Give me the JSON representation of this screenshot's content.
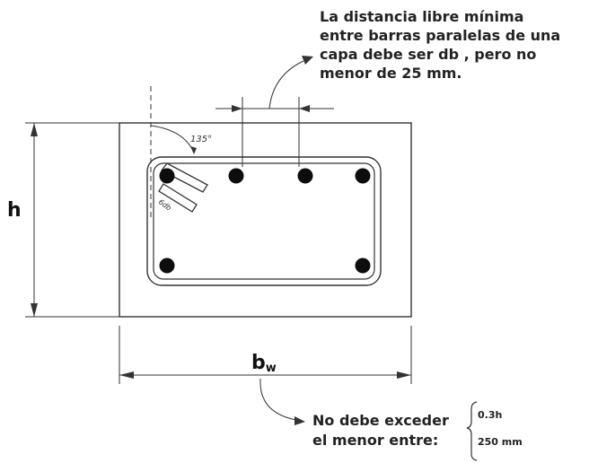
{
  "notes": {
    "top": [
      "La distancia libre mínima",
      "entre barras paralelas de una",
      "capa debe ser db , pero no",
      "menor de 25 mm."
    ],
    "bottom": [
      "No debe exceder",
      "el menor entre:"
    ],
    "options": [
      "0.3h",
      "250 mm"
    ]
  },
  "labels": {
    "h": "h",
    "bw_main": "b",
    "bw_sub": "w",
    "angle_hook": "135°",
    "hook_small": "6db"
  },
  "colors": {
    "line": "#333333",
    "bar": "#0d0d0d",
    "text": "#222222"
  }
}
